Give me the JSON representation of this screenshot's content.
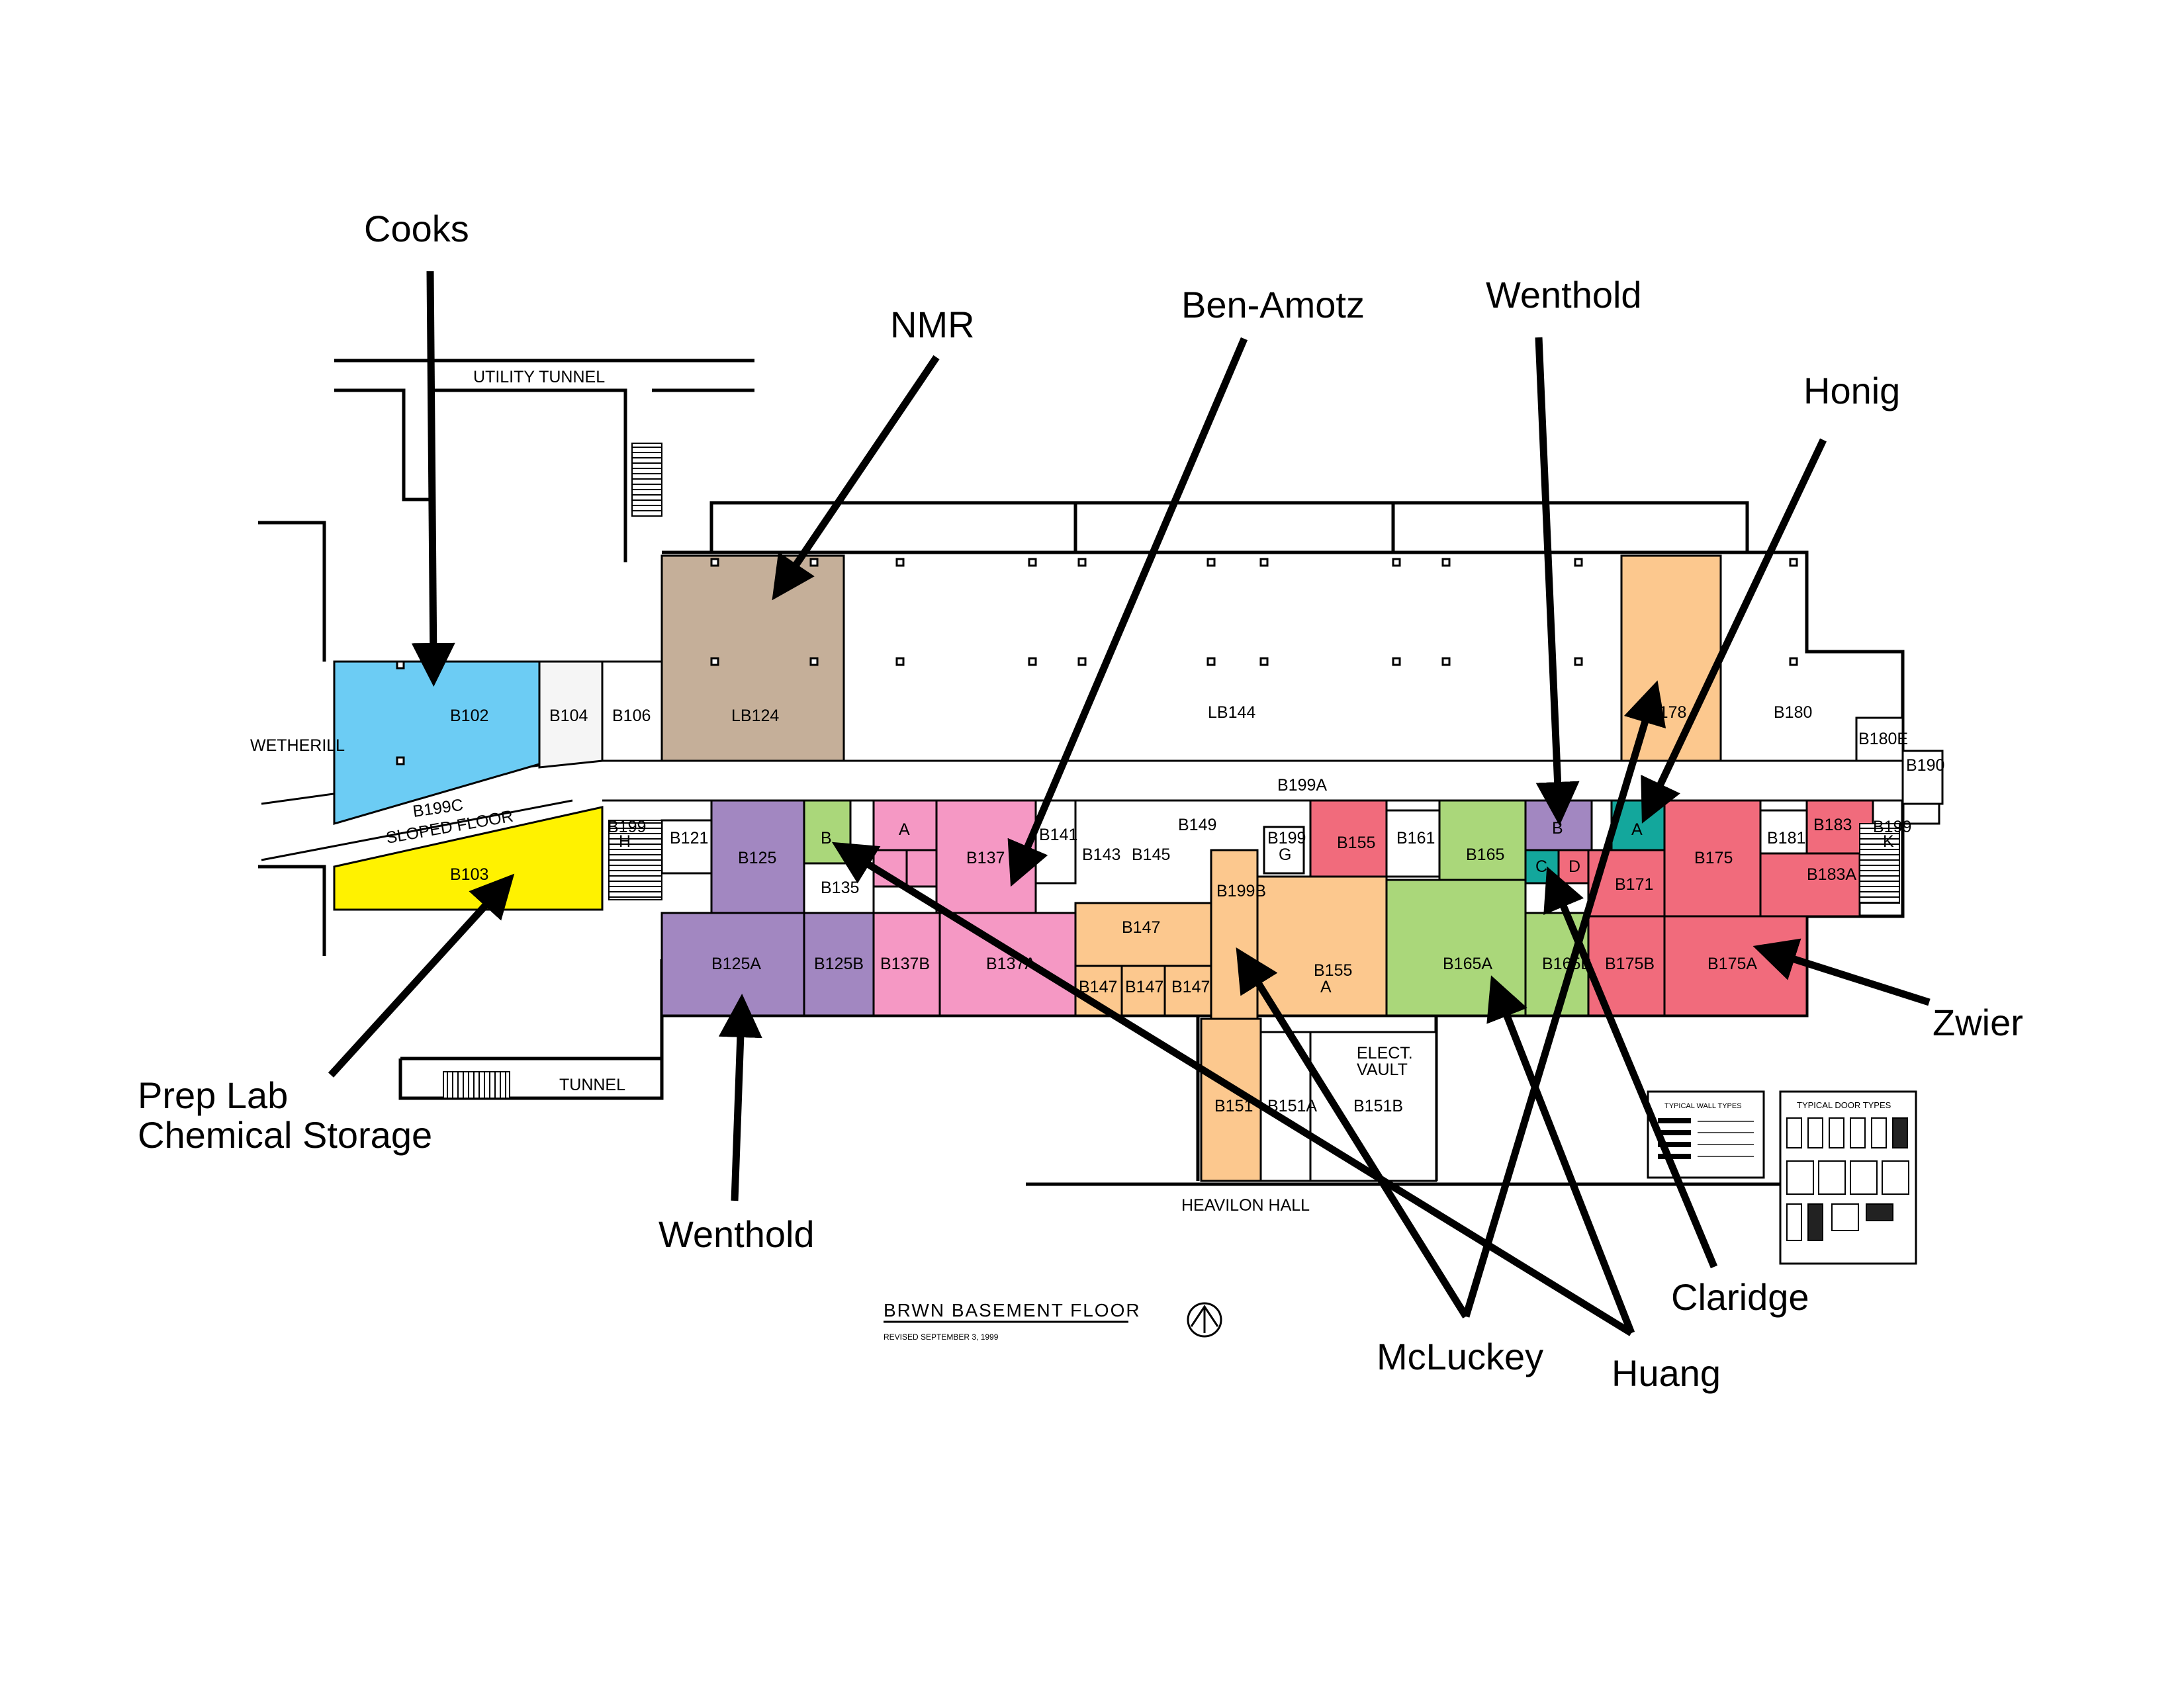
{
  "colors": {
    "cooks": "#6cccf4",
    "prep": "#fff200",
    "nmr": "#c5af99",
    "wenthold": "#a287c1",
    "ben_amotz": "#f598c4",
    "mcluckey": "#fcc88e",
    "huang": "#f16b7c",
    "zwier": "#f16b7c",
    "claridge": "#13a79c",
    "honig": "#13a79c",
    "green": "#aad77a"
  },
  "annotations": {
    "cooks": "Cooks",
    "nmr": "NMR",
    "ben_amotz": "Ben-Amotz",
    "wenthold_top": "Wenthold",
    "honig": "Honig",
    "zwier": "Zwier",
    "claridge": "Claridge",
    "huang": "Huang",
    "mcluckey": "McLuckey",
    "wenthold_bottom": "Wenthold",
    "prep_line1": "Prep Lab",
    "prep_line2": "Chemical Storage"
  },
  "plan": {
    "title": "BRWN BASEMENT FLOOR",
    "revised": "REVISED SEPTEMBER 3, 1999",
    "wetherill": "WETHERILL",
    "utility_tunnel": "UTILITY TUNNEL",
    "tunnel": "TUNNEL",
    "heavilon": "HEAVILON HALL",
    "sloped_floor": "SLOPED FLOOR",
    "elect_vault_1": "ELECT.",
    "elect_vault_2": "VAULT",
    "legend_wall": "TYPICAL WALL TYPES",
    "legend_door": "TYPICAL DOOR TYPES"
  },
  "rooms": {
    "B102": "B102",
    "B103": "B103",
    "B104": "B104",
    "B106": "B106",
    "LB124": "LB124",
    "LB144": "LB144",
    "B178": "B178",
    "B180": "B180",
    "B180E": "B180E",
    "B190": "B190",
    "B199A": "B199A",
    "B199C": "B199C",
    "B199H": "B199",
    "B121": "B121",
    "B125": "B125",
    "B135": "B135",
    "B137": "B137",
    "B141": "B141",
    "B143": "B143",
    "B145": "B145",
    "B149": "B149",
    "B199G": "B199",
    "B155": "B155",
    "B161": "B161",
    "B165": "B165",
    "B171": "B171",
    "B175": "B175",
    "B181": "B181",
    "B183": "B183",
    "B183A": "B183A",
    "B199K": "B199",
    "B125A": "B125A",
    "B125B": "B125B",
    "B137B": "B137B",
    "B137A": "B137A",
    "B147": "B147",
    "B147A": "B147",
    "B147B": "B147",
    "B147C": "B147",
    "B199B": "B199B",
    "B155A": "B155",
    "B165A": "B165A",
    "B165B": "B165B",
    "B175B": "B175B",
    "B175A": "B175A",
    "B151": "B151",
    "B151A": "B151A",
    "B151B": "B151B",
    "sub_A": "A",
    "sub_B": "B",
    "sub_C": "C",
    "sub_D": "D",
    "sub_G": "G",
    "sub_H": "H",
    "sub_K": "K"
  }
}
